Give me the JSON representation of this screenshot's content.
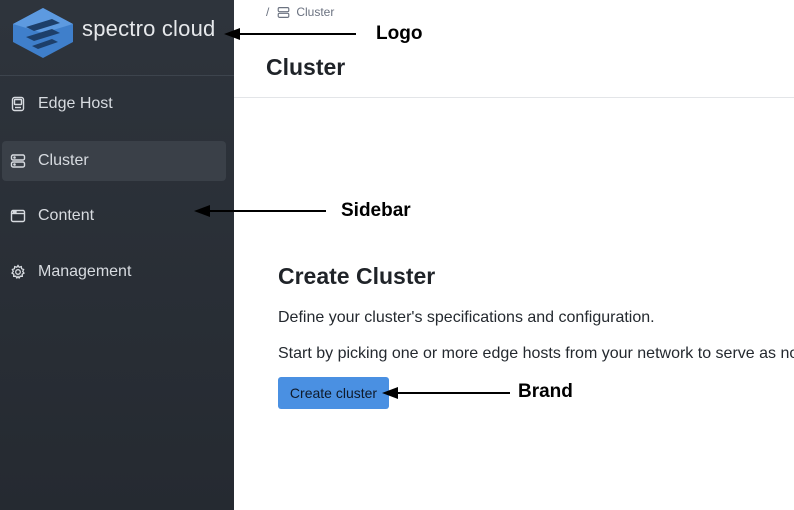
{
  "brand": {
    "logo_text": "spectro cloud",
    "color_primary": "#3f7fcb",
    "color_dark": "#2b5a92"
  },
  "sidebar": {
    "items": [
      {
        "label": "Edge Host",
        "icon": "edge-host-icon",
        "active": false
      },
      {
        "label": "Cluster",
        "icon": "cluster-icon",
        "active": true
      },
      {
        "label": "Content",
        "icon": "content-icon",
        "active": false
      },
      {
        "label": "Management",
        "icon": "gear-icon",
        "active": false
      }
    ]
  },
  "breadcrumb": {
    "separator": "/",
    "current": "Cluster",
    "icon": "cluster-icon"
  },
  "header": {
    "title": "Cluster"
  },
  "main": {
    "section_title": "Create Cluster",
    "description_1": "Define your cluster's specifications and configuration.",
    "description_2": "Start by picking one or more edge hosts from your network to serve as nodes",
    "create_button_label": "Create cluster"
  },
  "annotations": {
    "logo": "Logo",
    "sidebar": "Sidebar",
    "brand": "Brand"
  },
  "colors": {
    "sidebar_bg": "#2e343c",
    "active_item_bg": "#3a4048",
    "button_bg": "#4a90e2"
  }
}
